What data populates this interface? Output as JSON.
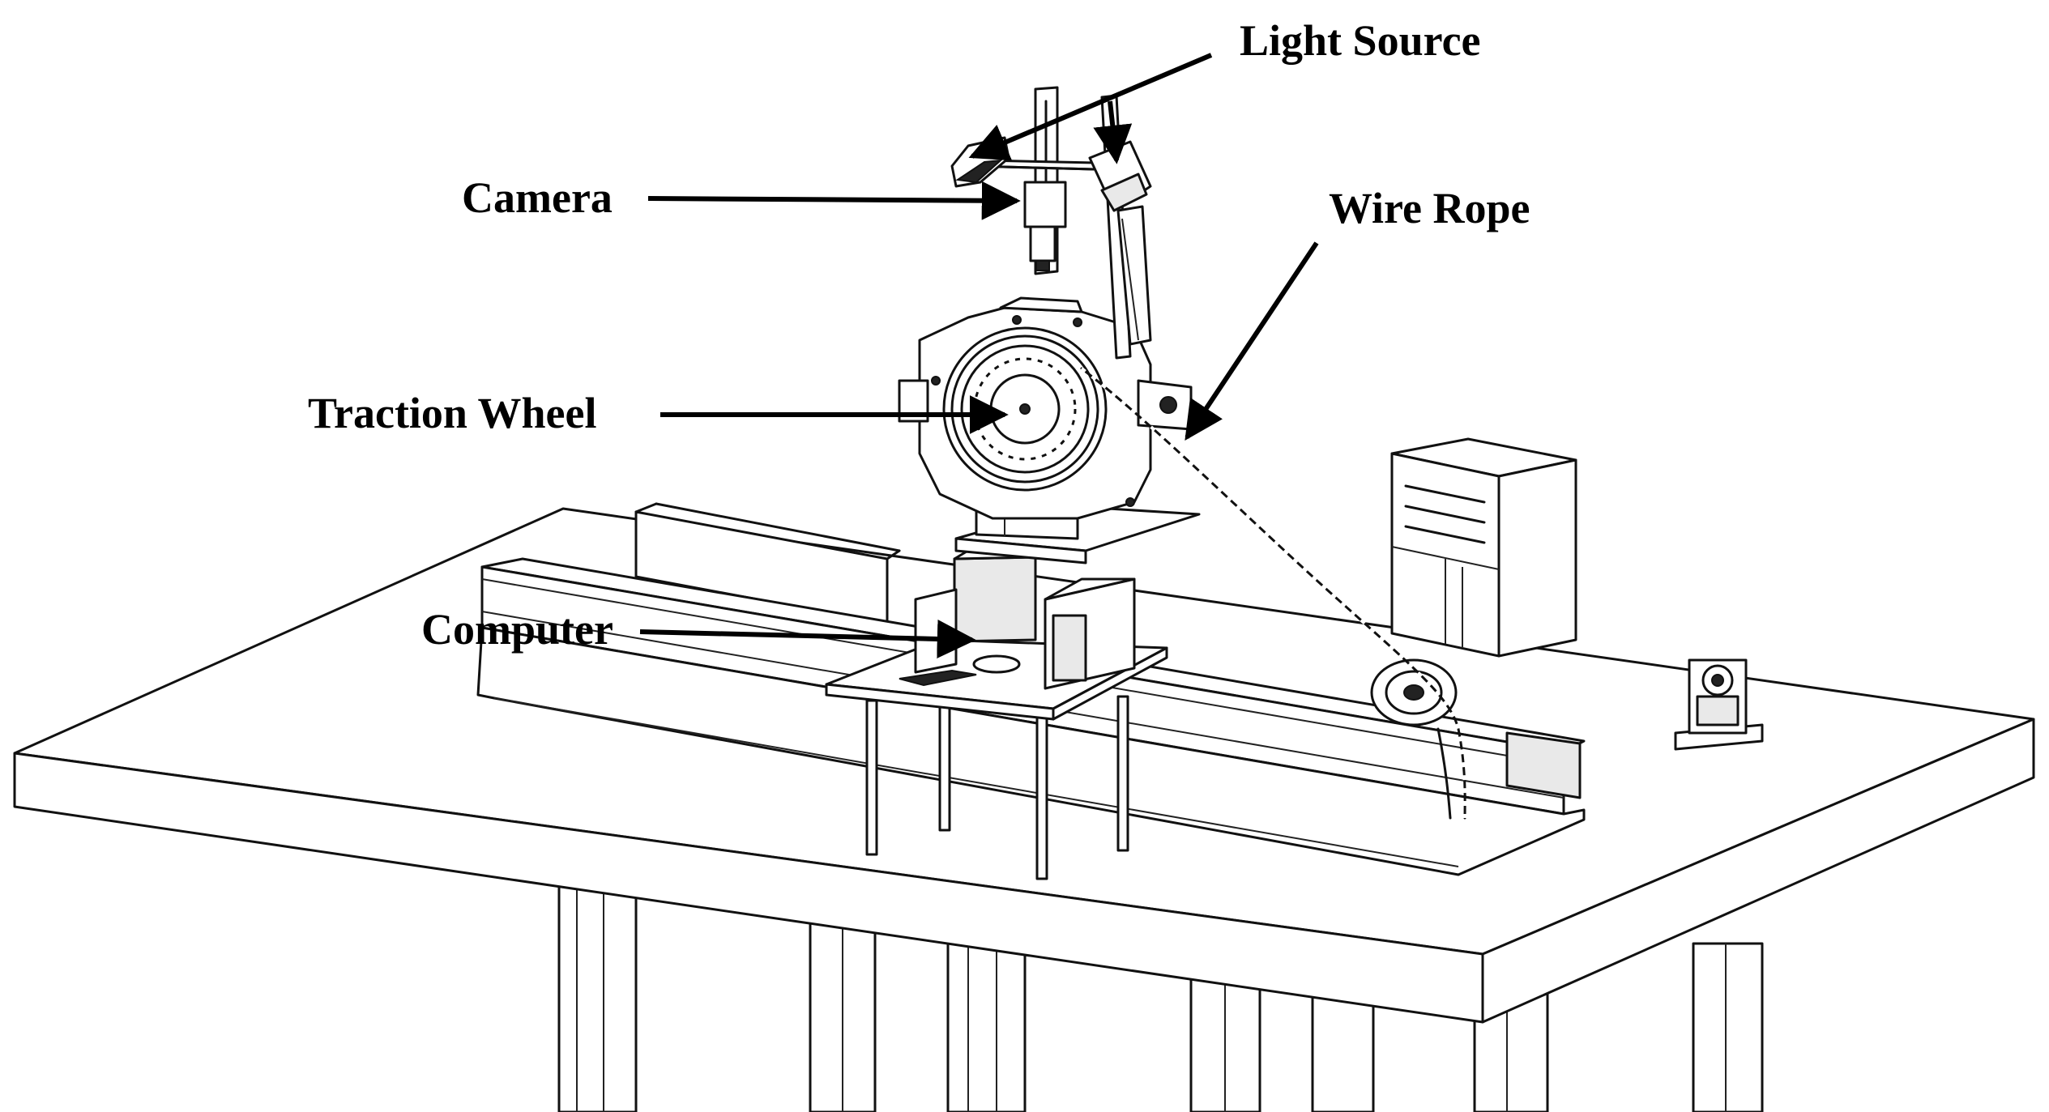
{
  "figure": {
    "labels": {
      "light_source": "Light Source",
      "camera": "Camera",
      "wire_rope": "Wire Rope",
      "traction_wheel": "Traction Wheel",
      "computer": "Computer"
    },
    "colors": {
      "line": "#111111",
      "background": "#ffffff",
      "label": "#000000"
    }
  }
}
